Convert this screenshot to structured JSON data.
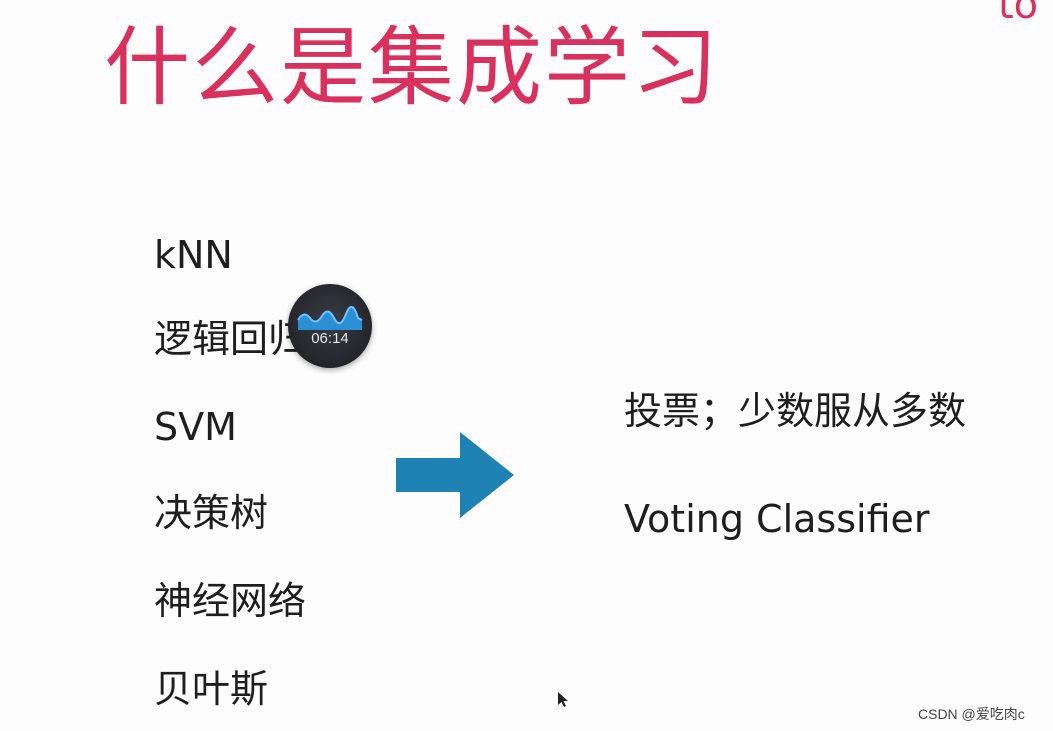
{
  "slide": {
    "title": "什么是集成学习",
    "corner_mark": "to",
    "algorithms": [
      "kNN",
      "逻辑回归",
      "SVM",
      "决策树",
      "神经网络",
      "贝叶斯"
    ],
    "descriptions": [
      "投票；少数服从多数",
      "Voting Classifier"
    ]
  },
  "overlay": {
    "recorder_time": "06:14",
    "watermark": "CSDN @爱吃肉c"
  },
  "colors": {
    "title": "#d9315e",
    "arrow": "#1f82b5",
    "text": "#1e1e1e"
  },
  "icons": {
    "arrow": "right-arrow-icon",
    "recorder": "audio-wave-icon",
    "cursor": "mouse-pointer-icon"
  }
}
